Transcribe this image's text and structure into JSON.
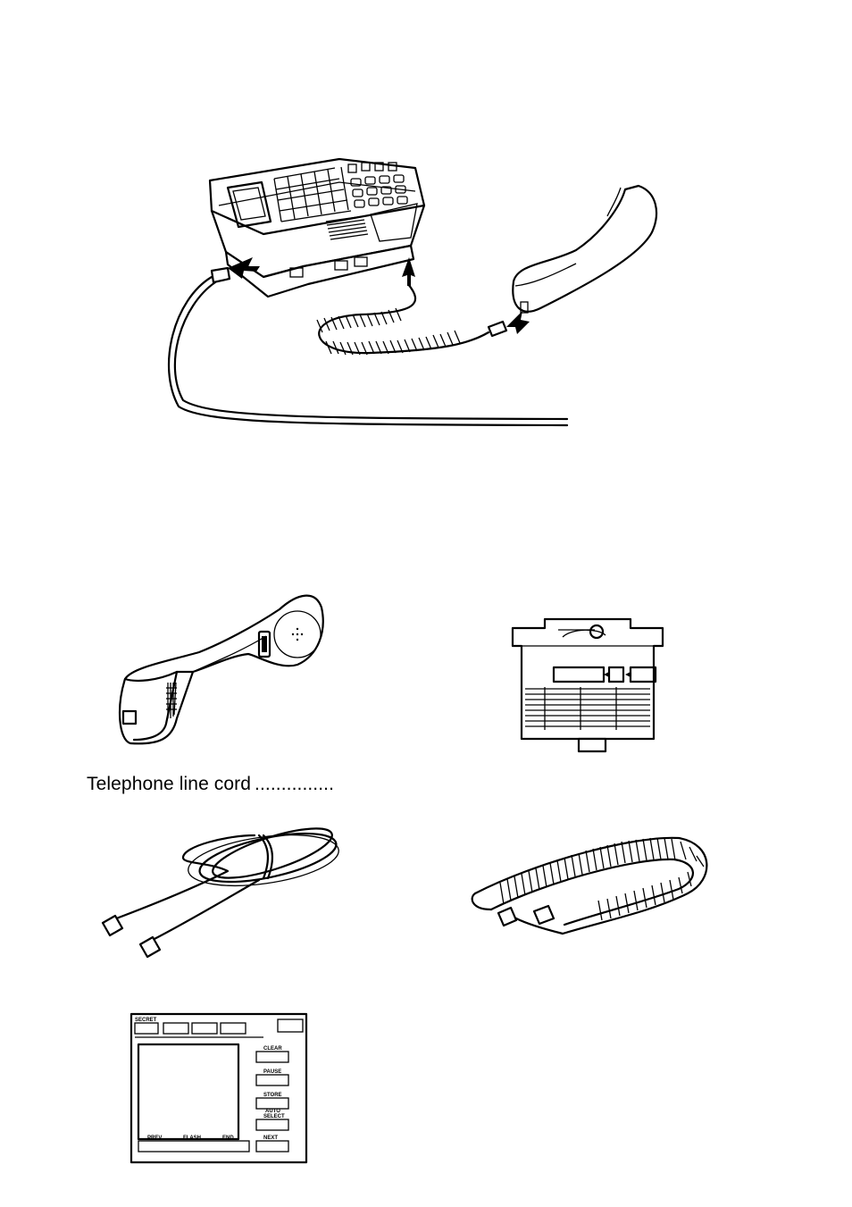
{
  "caption": {
    "label": "Telephone line cord",
    "leader": "..............."
  },
  "figures": {
    "connection": "phone-connection-figure",
    "handset": "handset-figure",
    "directory_card": "directory-card-figure",
    "line_cord": "line-cord-figure",
    "coiled_cord": "coiled-cord-figure",
    "overlay": "function-overlay-figure"
  },
  "overlay_labels": {
    "secret": "SECRET",
    "clear": "CLEAR",
    "pause": "PAUSE",
    "store": "STORE",
    "auto_select_1": "AUTO",
    "auto_select_2": "SELECT",
    "prev": "PREV",
    "flash": "FLASH",
    "end": "END",
    "next": "NEXT"
  }
}
